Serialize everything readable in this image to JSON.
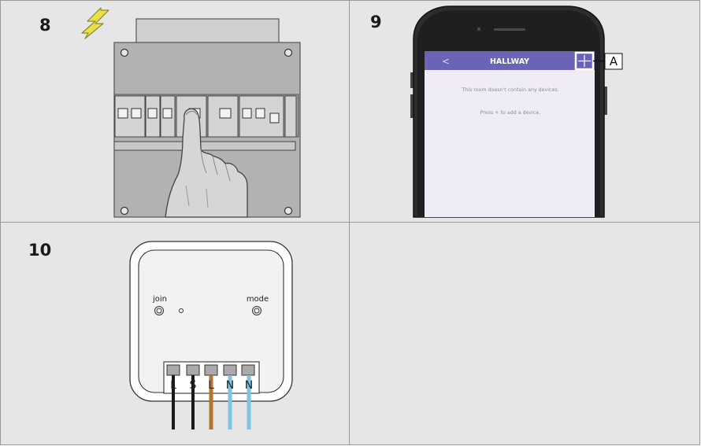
{
  "steps": {
    "step8": "8",
    "step9": "9",
    "step10": "10"
  },
  "phone": {
    "screen_title": "HALLWAY",
    "back_symbol": "<",
    "empty_message": "This room doesn't contain any devices.",
    "hint_message": "Press + to add a device.",
    "callout_label": "A"
  },
  "module": {
    "join_label": "join",
    "mode_label": "mode",
    "terminals": [
      "L",
      "S",
      "L",
      "N",
      "N"
    ]
  },
  "colors": {
    "phone_header": "#6b63b5",
    "phone_screen": "#f0ecf5",
    "panel_bg": "#e6e6e6",
    "wire_black": "#1a1a1a",
    "wire_brown": "#b5742c",
    "wire_blue": "#7cc4e6",
    "lightning": "#e8e04a"
  },
  "icons": {
    "warning": "lightning-icon",
    "add": "plus-icon"
  }
}
